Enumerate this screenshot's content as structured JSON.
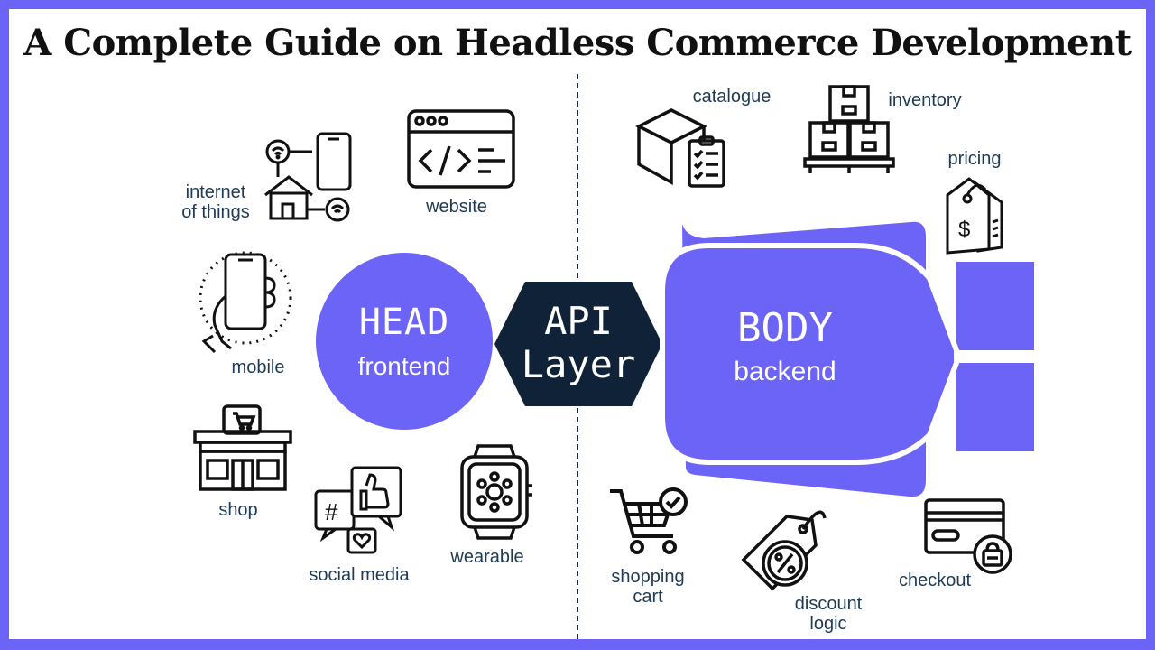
{
  "title": "A Complete Guide on Headless Commerce Development",
  "head": {
    "word": "HEAD",
    "sub": "frontend"
  },
  "api": {
    "line1": "API",
    "line2": "Layer"
  },
  "body": {
    "word": "BODY",
    "sub": "backend"
  },
  "frontend_channels": {
    "iot": {
      "line1": "internet",
      "line2": "of things",
      "icon": "iot-icon"
    },
    "website": {
      "label": "website",
      "icon": "website-icon"
    },
    "mobile": {
      "label": "mobile",
      "icon": "mobile-icon"
    },
    "shop": {
      "label": "shop",
      "icon": "shop-icon"
    },
    "social": {
      "label": "social media",
      "icon": "social-media-icon"
    },
    "wearable": {
      "label": "wearable",
      "icon": "wearable-icon"
    }
  },
  "backend_services": {
    "catalogue": {
      "label": "catalogue",
      "icon": "catalogue-icon"
    },
    "inventory": {
      "label": "inventory",
      "icon": "inventory-icon"
    },
    "pricing": {
      "label": "pricing",
      "icon": "pricing-icon"
    },
    "cart": {
      "line1": "shopping",
      "line2": "cart",
      "icon": "shopping-cart-icon"
    },
    "discount": {
      "line1": "discount",
      "line2": "logic",
      "icon": "discount-icon"
    },
    "checkout": {
      "label": "checkout",
      "icon": "checkout-icon"
    }
  },
  "colors": {
    "accent": "#6c63f7",
    "dark": "#0f2238",
    "label": "#1f3a55"
  }
}
